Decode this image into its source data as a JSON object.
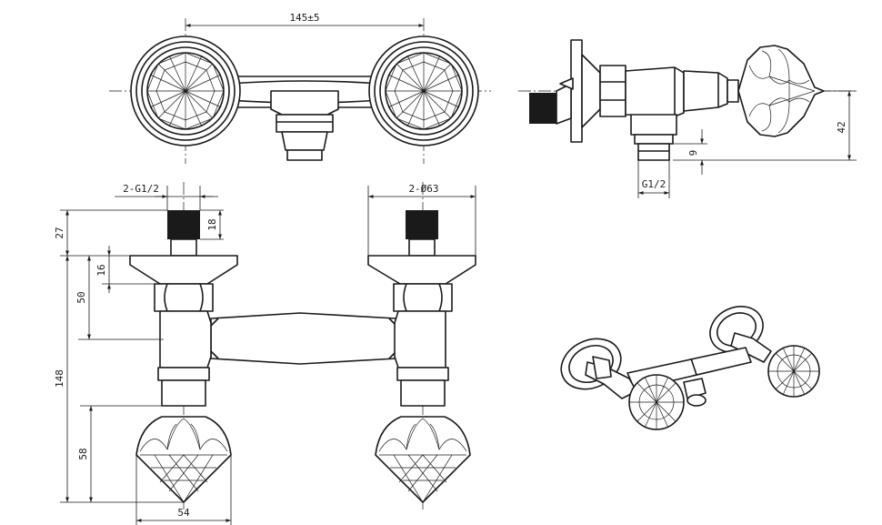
{
  "dimensions": {
    "top_center_distance": "145±5",
    "side_height_42": "42",
    "side_height_9": "9",
    "side_thread": "G1/2",
    "front_thread_count": "2-G1/2",
    "front_diameter_count": "2-Ø63",
    "front_thread_length": "18",
    "front_top_offset": "27",
    "front_flange_offset": "16",
    "front_body_height": "50",
    "front_total_height": "148",
    "front_handle_height": "58",
    "front_handle_width": "54"
  }
}
